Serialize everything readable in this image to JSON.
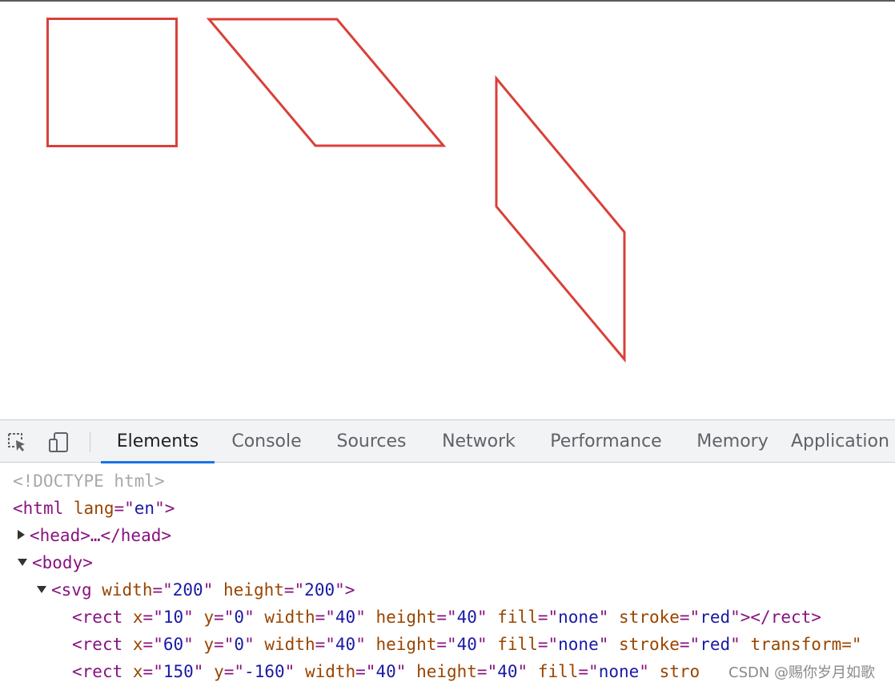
{
  "devtools": {
    "tabs": [
      {
        "label": "Elements",
        "active": true
      },
      {
        "label": "Console",
        "active": false
      },
      {
        "label": "Sources",
        "active": false
      },
      {
        "label": "Network",
        "active": false
      },
      {
        "label": "Performance",
        "active": false
      },
      {
        "label": "Memory",
        "active": false
      },
      {
        "label": "Application",
        "active": false
      }
    ],
    "icons": {
      "inspect": "inspect-element-icon",
      "device": "device-toolbar-icon"
    },
    "accent_color": "#1a73e8"
  },
  "dom": {
    "doctype": "<!DOCTYPE html>",
    "html_open": {
      "tag": "html",
      "attr": "lang",
      "value": "en"
    },
    "head": {
      "collapsed": "<head>…</head>"
    },
    "body_open": "<body>",
    "svg_open": {
      "tag": "svg",
      "width": "200",
      "height": "200"
    },
    "rect1": {
      "x": "10",
      "y": "0",
      "width": "40",
      "height": "40",
      "fill": "none",
      "stroke": "red"
    },
    "rect2": {
      "x": "60",
      "y": "0",
      "width": "40",
      "height": "40",
      "fill": "none",
      "stroke": "red",
      "transform": "transform=\""
    },
    "rect3": {
      "x": "150",
      "y": "-160",
      "width": "40",
      "height": "40",
      "fill": "none",
      "stroke_partial": "stro"
    }
  },
  "shapes": {
    "stroke_color": "#d9403a",
    "items": [
      "square",
      "skewed-parallelogram",
      "tall-parallelogram"
    ]
  },
  "watermark": "CSDN @赐你岁月如歌"
}
